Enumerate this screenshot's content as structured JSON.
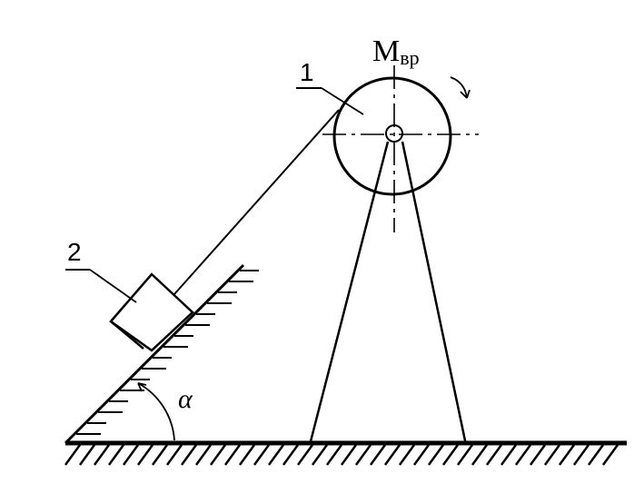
{
  "labels": {
    "pulley": "1",
    "load": "2",
    "torque_main": "M",
    "torque_sub": "вр",
    "angle": "α"
  },
  "colors": {
    "ink": "#000000",
    "background": "#ffffff"
  }
}
